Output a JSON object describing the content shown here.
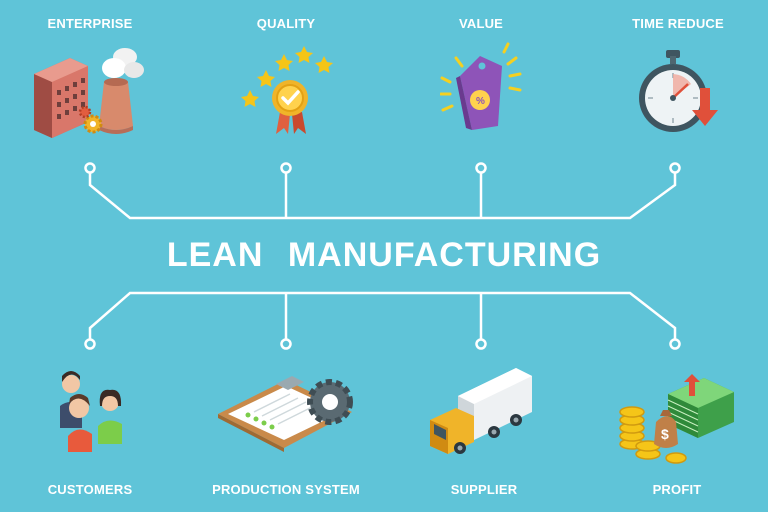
{
  "title": "LEAN  MANUFACTURING",
  "top_items": [
    {
      "label": "ENTERPRISE",
      "icon": "factory-icon"
    },
    {
      "label": "QUALITY",
      "icon": "quality-medal-icon"
    },
    {
      "label": "VALUE",
      "icon": "price-tag-icon"
    },
    {
      "label": "TIME REDUCE",
      "icon": "stopwatch-icon"
    }
  ],
  "bottom_items": [
    {
      "label": "CUSTOMERS",
      "icon": "customers-icon"
    },
    {
      "label": "PRODUCTION SYSTEM",
      "icon": "clipboard-gear-icon"
    },
    {
      "label": "SUPPLIER",
      "icon": "truck-icon"
    },
    {
      "label": "PROFIT",
      "icon": "money-coins-icon"
    }
  ],
  "colors": {
    "background": "#5fc4d8",
    "lines": "#ffffff"
  }
}
